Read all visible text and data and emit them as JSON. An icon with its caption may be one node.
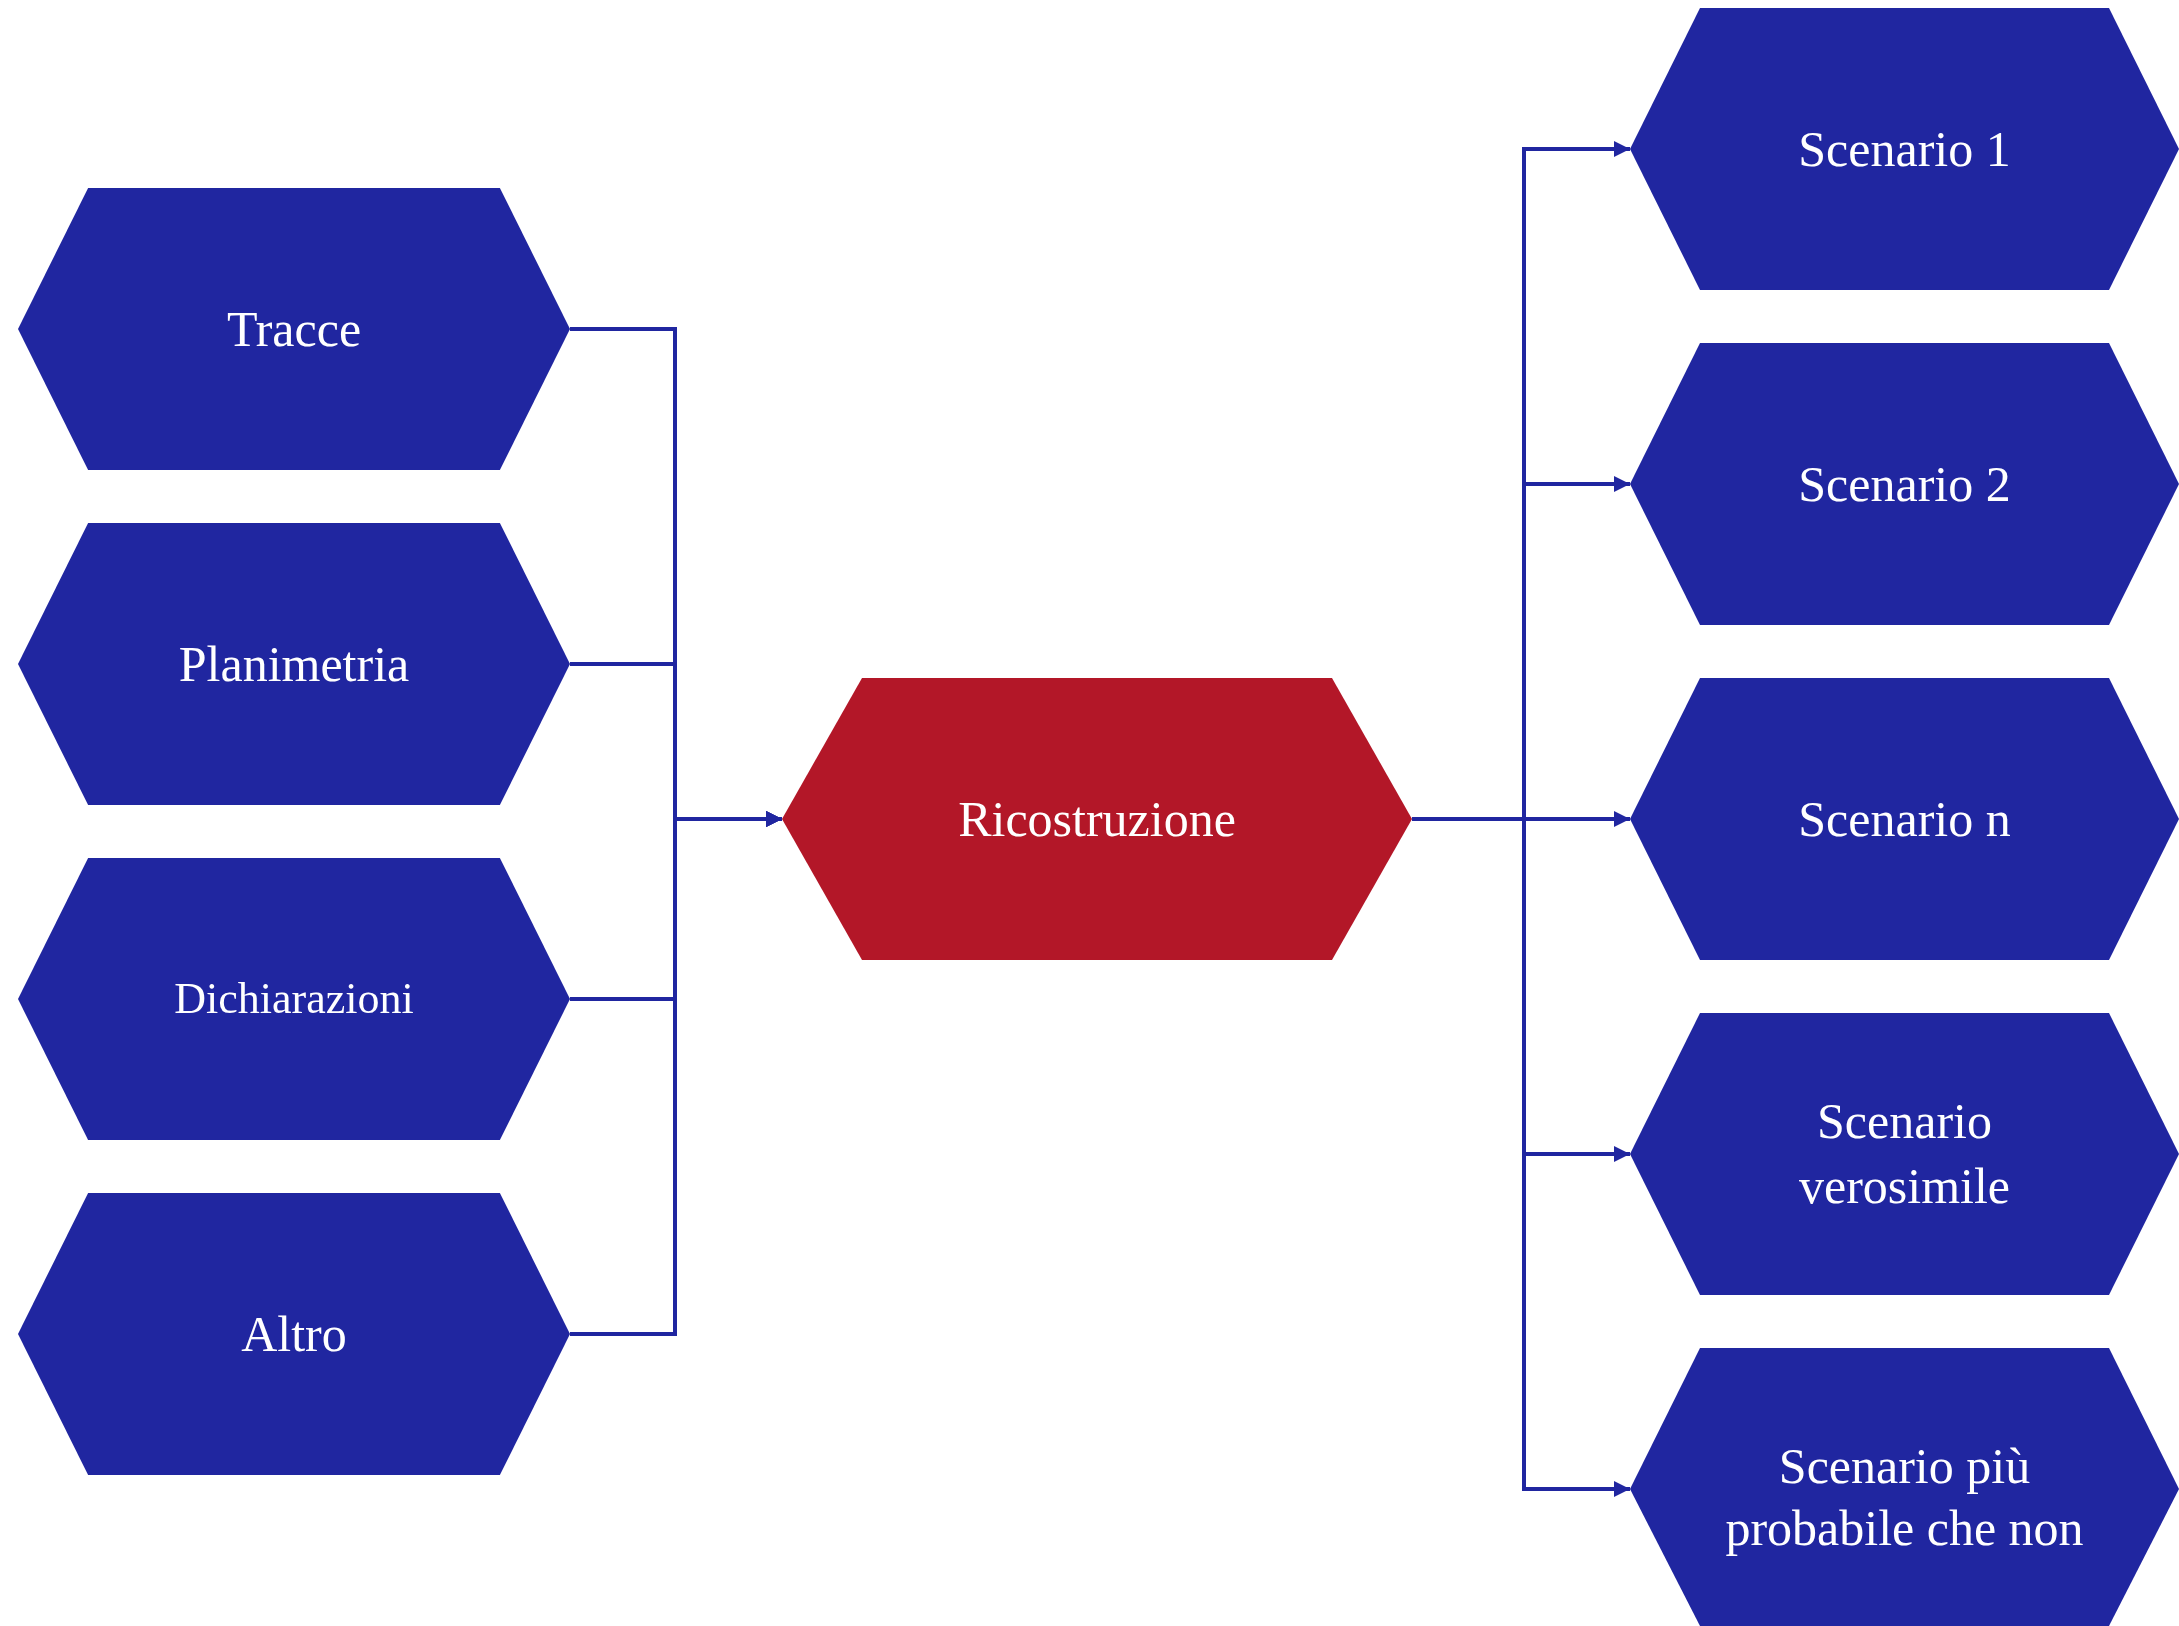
{
  "diagram": {
    "nodes": [
      {
        "text": [
          "Tracce"
        ]
      },
      {
        "text": [
          "Planimetria"
        ]
      },
      {
        "text": [
          "Dichiarazioni"
        ]
      },
      {
        "text": [
          "Altro"
        ]
      },
      {
        "text": [
          "Ricostruzione"
        ]
      },
      {
        "text": [
          "Scenario 1"
        ]
      },
      {
        "text": [
          "Scenario 2"
        ]
      },
      {
        "text": [
          "Scenario n"
        ]
      },
      {
        "text": [
          "Scenario verosimile"
        ]
      },
      {
        "text": [
          "Scenario più probabile che non"
        ]
      }
    ],
    "edges": [
      {
        "from": 0,
        "to": 4,
        "arrow": "to"
      },
      {
        "from": 1,
        "to": 4,
        "arrow": "to"
      },
      {
        "from": 2,
        "to": 4,
        "arrow": "to"
      },
      {
        "from": 3,
        "to": 4,
        "arrow": "to"
      },
      {
        "from": 4,
        "to": 5,
        "arrow": "to"
      },
      {
        "from": 4,
        "to": 6,
        "arrow": "to"
      },
      {
        "from": 4,
        "to": 7,
        "arrow": "to"
      },
      {
        "from": 4,
        "to": 8,
        "arrow": "to"
      },
      {
        "from": 4,
        "to": 9,
        "arrow": "to"
      }
    ]
  }
}
